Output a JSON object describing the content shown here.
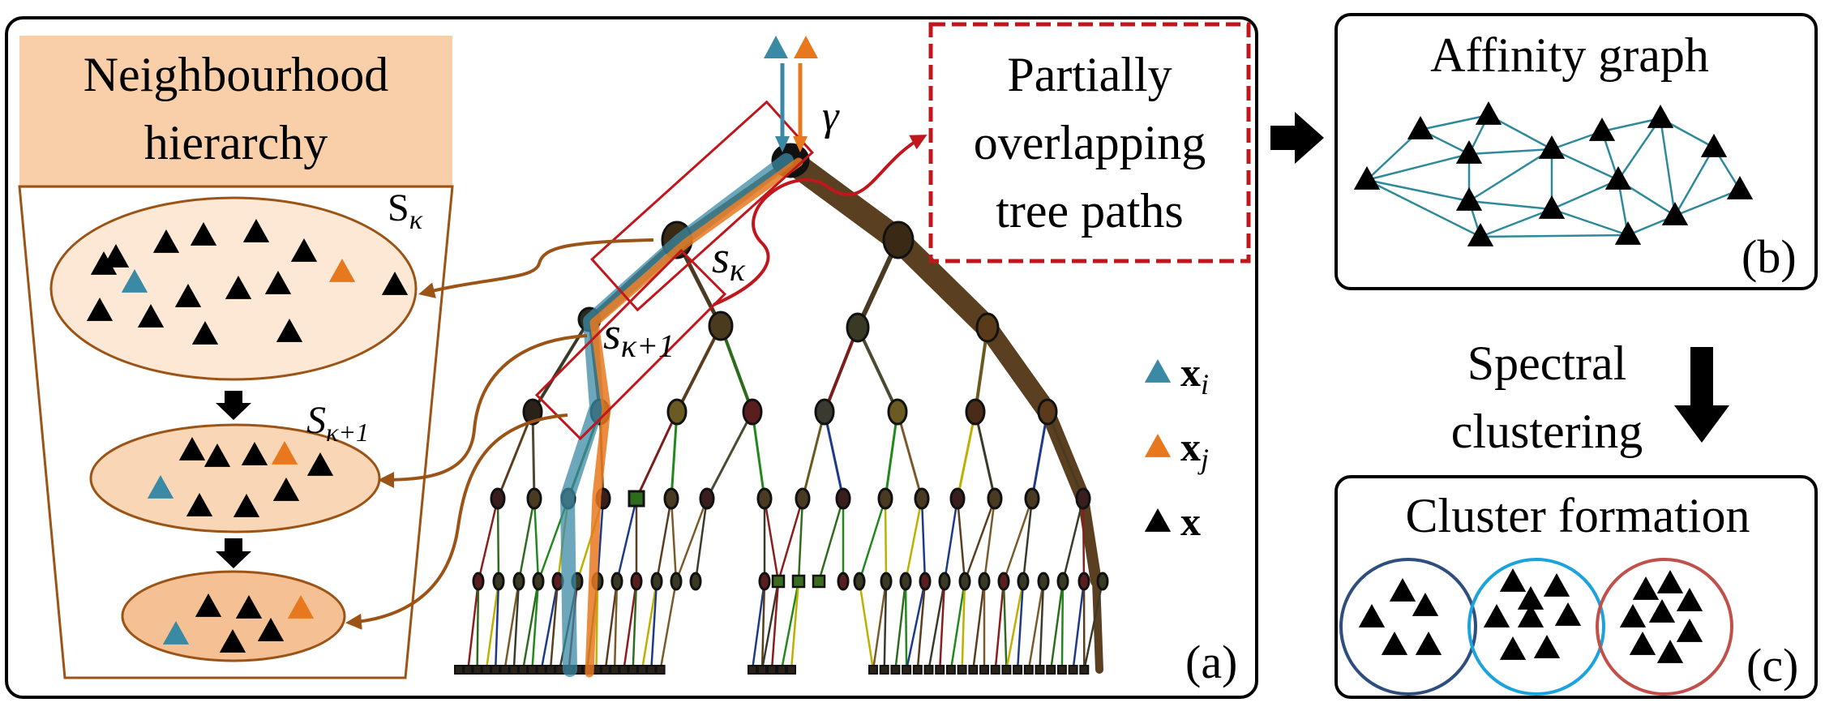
{
  "panel_a": {
    "hierarchy_title_line1": "Neighbourhood",
    "hierarchy_title_line2": "hierarchy",
    "set_upper_base": "S",
    "set_upper_sub": "κ",
    "set_lower_base": "S",
    "set_lower_sub": "κ+1",
    "node_upper_base": "s",
    "node_upper_sub": "κ",
    "node_lower_base": "s",
    "node_lower_sub": "κ+1",
    "root_label": "γ",
    "overlap_line1": "Partially",
    "overlap_line2": "overlapping",
    "overlap_line3": "tree paths",
    "legend": [
      {
        "base": "x",
        "sub": "i",
        "color": "#3b8aa5"
      },
      {
        "base": "x",
        "sub": "j",
        "color": "#e8781e"
      },
      {
        "base": "x",
        "sub": "",
        "color": "#000000"
      }
    ],
    "label": "(a)"
  },
  "panel_b": {
    "title": "Affinity graph",
    "label": "(b)"
  },
  "spectral": {
    "line1": "Spectral",
    "line2": "clustering"
  },
  "panel_c": {
    "title": "Cluster formation",
    "label": "(c)"
  },
  "colors": {
    "teal": "#3b8aa5",
    "orange": "#e8781e",
    "red": "#c0161c",
    "brown": "#9b5416",
    "peach": "#f9cfaa",
    "edge": "#2e8a9a",
    "cluster_navy": "#2e4e7e",
    "cluster_cyan": "#1aa3dc",
    "cluster_red": "#c2504a"
  }
}
